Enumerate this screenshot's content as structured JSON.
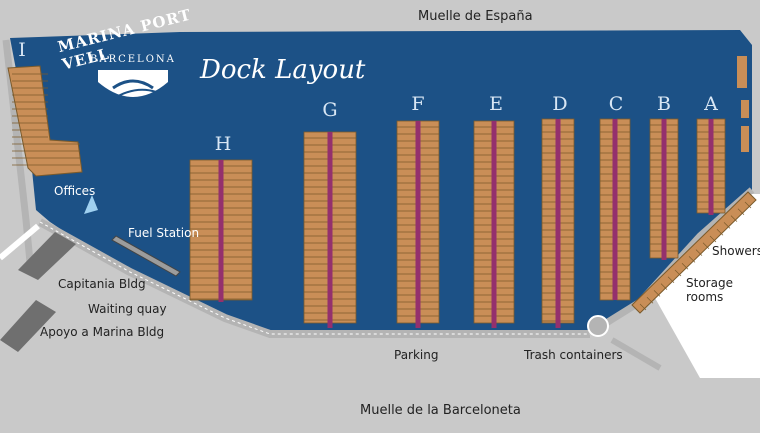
{
  "logo": {
    "name": "MARINA PORT VELL",
    "sub": "BARCELONA"
  },
  "title": "Dock Layout",
  "areas": {
    "top_wharf": "Muelle de España",
    "bottom_wharf": "Muelle de la Barceloneta"
  },
  "facilities": {
    "offices": "Offices",
    "fuel": "Fuel Station",
    "capitania": "Capitania Bldg",
    "waiting": "Waiting quay",
    "apoyo": "Apoyo a  Marina Bldg",
    "parking": "Parking",
    "trash": "Trash containers",
    "showers": "Showers",
    "storage": "Storage rooms"
  },
  "docks": [
    "I",
    "H",
    "G",
    "F",
    "E",
    "D",
    "C",
    "B",
    "A"
  ],
  "colors": {
    "water": "#1c5186",
    "pier": "#c98e57",
    "stem": "#94306d",
    "land": "#c9c9c9",
    "quay": "#b4b4b4"
  }
}
